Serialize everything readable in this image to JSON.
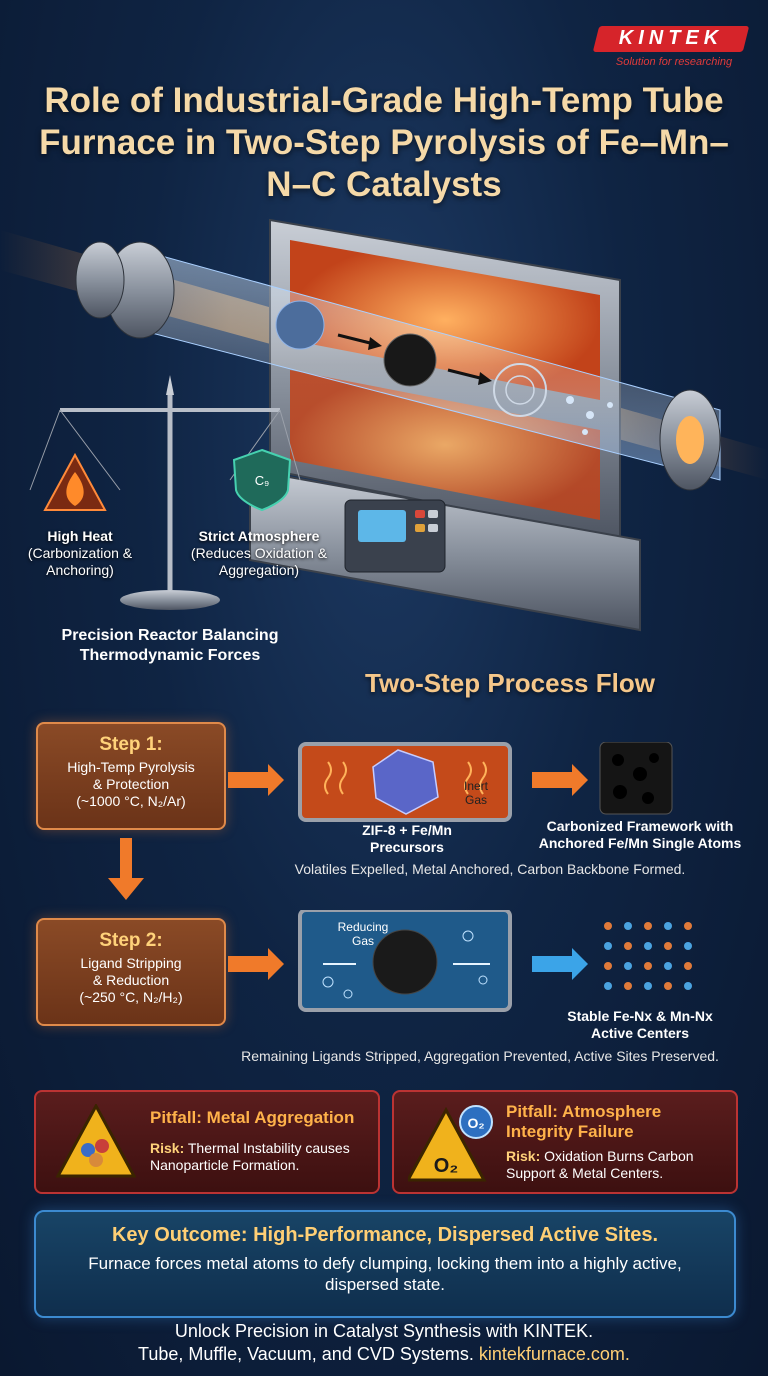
{
  "brand": {
    "name": "KINTEK",
    "tagline": "Solution for researching"
  },
  "title": "Role of Industrial-Grade High-Temp Tube Furnace in Two-Step Pyrolysis of Fe–Mn–N–C Catalysts",
  "hero": {
    "left_label_title": "High Heat",
    "left_label_sub": "(Carbonization & Anchoring)",
    "right_label_title": "Strict Atmosphere",
    "right_label_sub": "(Reduces Oxidation & Aggregation)",
    "balance_caption": "Precision Reactor Balancing Thermodynamic Forces",
    "shield_text": "C₉"
  },
  "process": {
    "heading": "Two-Step Process Flow",
    "step1": {
      "title": "Step 1:",
      "desc_line1": "High-Temp Pyrolysis",
      "desc_line2": "& Protection",
      "desc_line3": "(~1000 °C, N₂/Ar)",
      "chamber_label_line1": "Inert",
      "chamber_label_line2": "Gas",
      "input_caption_line1": "ZIF-8 + Fe/Mn",
      "input_caption_line2": "Precursors",
      "output_caption_line1": "Carbonized Framework with",
      "output_caption_line2": "Anchored Fe/Mn Single Atoms",
      "note": "Volatiles Expelled, Metal Anchored, Carbon Backbone Formed."
    },
    "step2": {
      "title": "Step 2:",
      "desc_line1": "Ligand Stripping",
      "desc_line2": "& Reduction",
      "desc_line3": "(~250 °C, N₂/H₂)",
      "chamber_label_line1": "Reducing",
      "chamber_label_line2": "Gas",
      "output_caption_line1": "Stable Fe-Nx & Mn-Nx",
      "output_caption_line2": "Active Centers",
      "note": "Remaining Ligands Stripped, Aggregation Prevented, Active Sites Preserved."
    }
  },
  "pitfalls": [
    {
      "title_line1": "Pitfall: Metal Aggregation",
      "title_line2": "",
      "risk_label": "Risk:",
      "risk_line1": " Thermal Instability causes",
      "risk_line2": "Nanoparticle Formation."
    },
    {
      "title_line1": "Pitfall: Atmosphere",
      "title_line2": "Integrity Failure",
      "risk_label": "Risk:",
      "risk_line1": " Oxidation Burns Carbon",
      "risk_line2": "Support & Metal Centers.",
      "icon_text": "O₂",
      "bubble_text": "O₂"
    }
  ],
  "outcome": {
    "title": "Key Outcome: High-Performance, Dispersed Active Sites.",
    "desc": "Furnace forces metal atoms to defy clumping, locking them into a highly active, dispersed state."
  },
  "footer": {
    "line1": "Unlock Precision in Catalyst Synthesis with KINTEK.",
    "line2": "Tube, Muffle, Vacuum, and CVD Systems. ",
    "url": "kintekfurnace.com."
  },
  "colors": {
    "accent": "#f5c78a",
    "brand_red": "#d6242a",
    "step_border": "#e08a4a",
    "outcome_border": "#3c8ad0"
  }
}
